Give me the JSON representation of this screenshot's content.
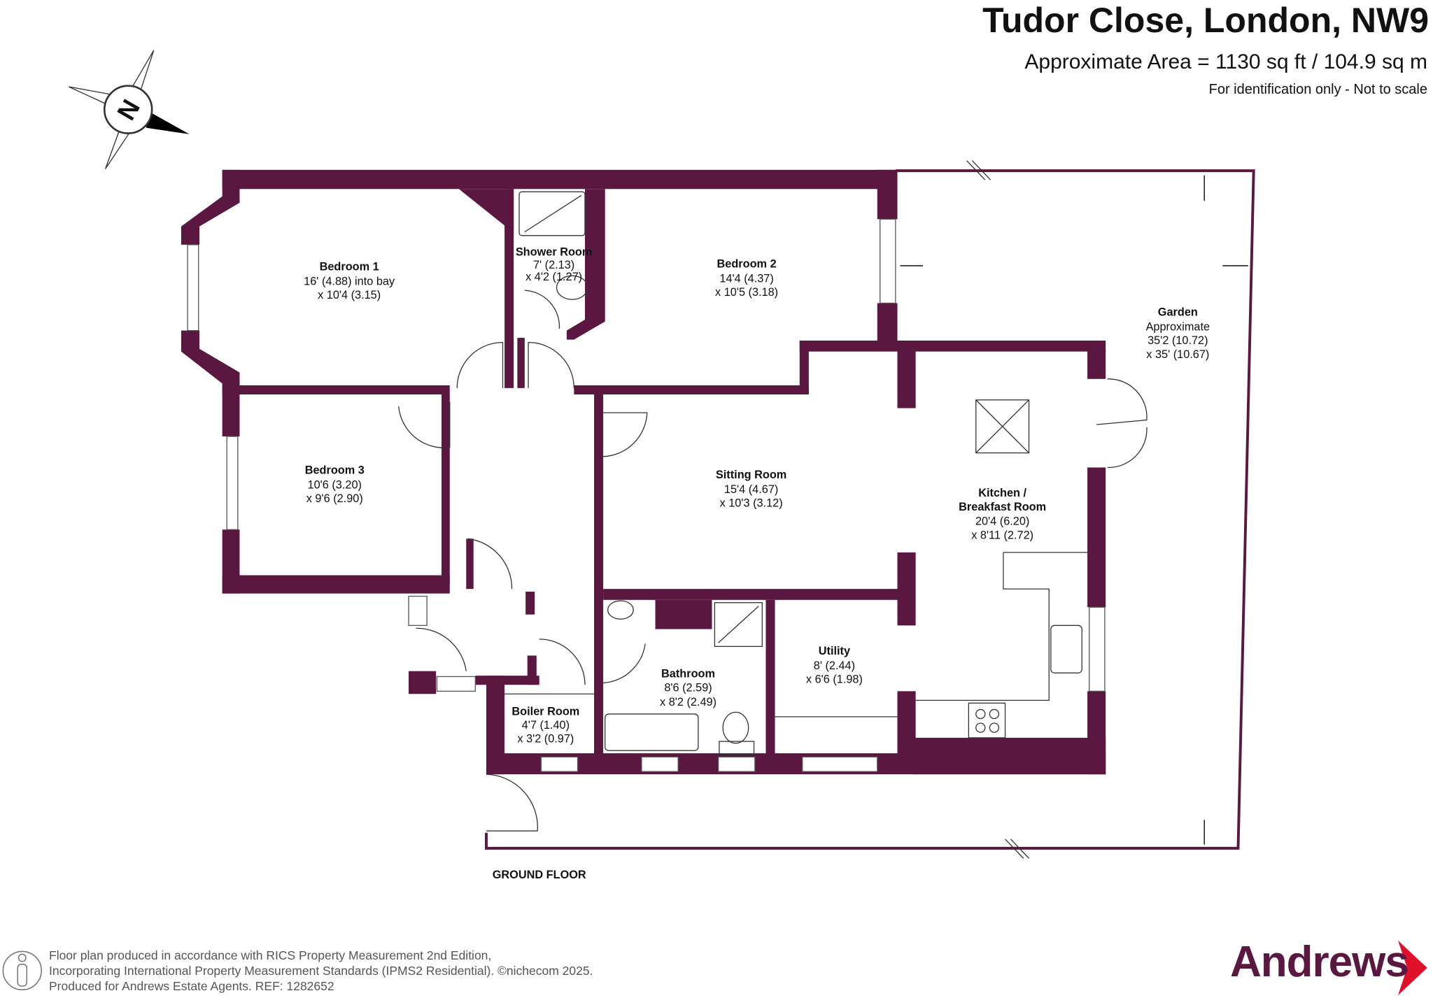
{
  "header": {
    "title": "Tudor Close, London, NW9",
    "area": "Approximate Area = 1130 sq ft / 104.9 sq m",
    "note": "For identification only - Not to scale"
  },
  "compass": {
    "label": "N"
  },
  "rooms": [
    {
      "name": "Bedroom 1",
      "dim1": "16' (4.88) into bay",
      "dim2": "x 10'4 (3.15)"
    },
    {
      "name": "Shower Room",
      "dim1": "7' (2.13)",
      "dim2": "x 4'2 (1.27)"
    },
    {
      "name": "Bedroom 2",
      "dim1": "14'4 (4.37)",
      "dim2": "x 10'5 (3.18)"
    },
    {
      "name": "Bedroom 3",
      "dim1": "10'6 (3.20)",
      "dim2": "x 9'6 (2.90)"
    },
    {
      "name": "Sitting Room",
      "dim1": "15'4 (4.67)",
      "dim2": "x 10'3 (3.12)"
    },
    {
      "name": "Kitchen /",
      "name2": "Breakfast Room",
      "dim1": "20'4 (6.20)",
      "dim2": "x 8'11 (2.72)"
    },
    {
      "name": "Utility",
      "dim1": "8' (2.44)",
      "dim2": "x 6'6 (1.98)"
    },
    {
      "name": "Bathroom",
      "dim1": "8'6 (2.59)",
      "dim2": "x 8'2 (2.49)"
    },
    {
      "name": "Boiler Room",
      "dim1": "4'7 (1.40)",
      "dim2": "x 3'2 (0.97)"
    },
    {
      "name": "Garden",
      "name2": "Approximate",
      "dim1": "35'2 (10.72)",
      "dim2": "x 35' (10.67)"
    }
  ],
  "floor_label": "GROUND FLOOR",
  "footer": {
    "line1": "Floor plan produced in accordance with RICS Property Measurement 2nd Edition,",
    "line2": "Incorporating International Property Measurement Standards (IPMS2 Residential).   ©nichecom 2025.",
    "line3": "Produced for Andrews Estate Agents.    REF: 1282652"
  },
  "brand": {
    "name": "Andrews",
    "color": "#5a1740",
    "accent": "#e0102a"
  }
}
